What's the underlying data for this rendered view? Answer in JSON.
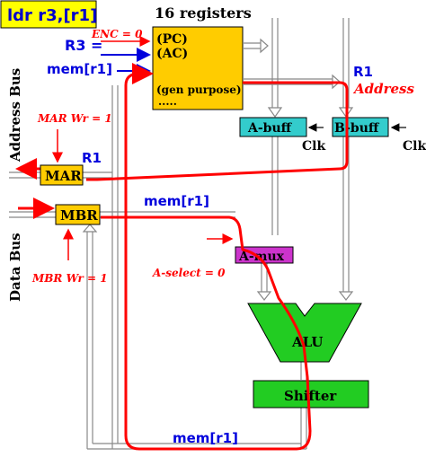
{
  "title": "ldr r3,[r1]",
  "registers": {
    "header": "16 registers",
    "pc": "(PC)",
    "ac": "(AC)",
    "gen": "(gen purpose)",
    "dots": "....."
  },
  "labels": {
    "enc": "ENC = 0",
    "r3": "R3",
    "memr1_left": "mem[r1]",
    "r1_top": "R1",
    "address": "Address",
    "r1_mar": "R1",
    "memr1_mbr": "mem[r1]",
    "mar_wr": "MAR Wr = 1",
    "mbr_wr": "MBR Wr = 1",
    "a_select": "A-select = 0",
    "memr1_bottom": "mem[r1]"
  },
  "blocks": {
    "a_buff": "A-buff",
    "b_buff": "B-buff",
    "clk_a": "Clk",
    "clk_b": "Clk",
    "mar": "MAR",
    "mbr": "MBR",
    "a_mux": "A-mux",
    "alu": "ALU",
    "shifter": "Shifter"
  },
  "bus_labels": {
    "address_bus": "Address Bus",
    "data_bus": "Data Bus"
  },
  "colors": {
    "title_bg": "#ffff00",
    "title_text": "#0000cc",
    "register_box": "#ffcc00",
    "buff": "#33cccc",
    "mux": "#cc33cc",
    "alu": "#22cc22",
    "shifter": "#22cc22",
    "red_path": "#ff0000",
    "blue_text": "#0000dd"
  }
}
